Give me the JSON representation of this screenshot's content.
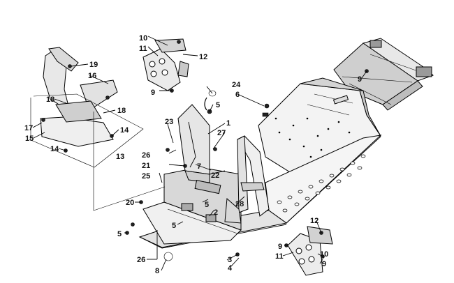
{
  "callouts": [
    {
      "text": "10"
    },
    {
      "text": "11"
    },
    {
      "text": "12"
    },
    {
      "text": "9"
    },
    {
      "text": "19"
    },
    {
      "text": "16"
    },
    {
      "text": "18"
    },
    {
      "text": "18"
    },
    {
      "text": "17"
    },
    {
      "text": "15"
    },
    {
      "text": "14"
    },
    {
      "text": "14"
    },
    {
      "text": "13"
    },
    {
      "text": "24"
    },
    {
      "text": "6"
    },
    {
      "text": "5"
    },
    {
      "text": "1"
    },
    {
      "text": "27"
    },
    {
      "text": "23"
    },
    {
      "text": "26"
    },
    {
      "text": "21"
    },
    {
      "text": "7"
    },
    {
      "text": "22"
    },
    {
      "text": "25"
    },
    {
      "text": "20"
    },
    {
      "text": "5"
    },
    {
      "text": "2"
    },
    {
      "text": "28"
    },
    {
      "text": "5"
    },
    {
      "text": "5"
    },
    {
      "text": "26"
    },
    {
      "text": "8"
    },
    {
      "text": "3"
    },
    {
      "text": "4"
    },
    {
      "text": "12"
    },
    {
      "text": "9"
    },
    {
      "text": "10"
    },
    {
      "text": "11"
    },
    {
      "text": "9"
    },
    {
      "text": "9"
    }
  ]
}
